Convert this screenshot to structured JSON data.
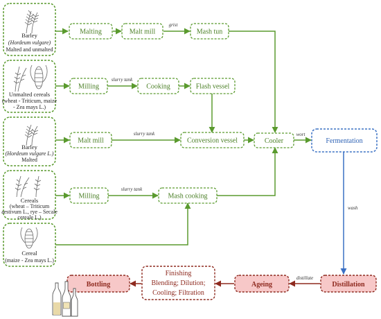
{
  "sources": {
    "barley": {
      "name": "Barley",
      "line2": "(Hordeum vulgare)",
      "line3": "Malted and unmalted"
    },
    "unmalted": {
      "name": "Unmalted cereals",
      "line2": "(wheat - Triticum, maize",
      "line3": "- Zea mays L.)"
    },
    "barley_malted": {
      "name": "Barley",
      "line2": "(Hordeum vulgare L.)",
      "line3": "Malted"
    },
    "cereals": {
      "name": "Cereals",
      "line2": "(wheat – Triticum",
      "line3": "aestivum L., rye – Secale",
      "line4": "cereale L.)"
    },
    "cereal_maize": {
      "name": "Cereal",
      "line2": "(maize - Zea mays L.)"
    }
  },
  "steps": {
    "malting": "Malting",
    "malt_mill_1": "Malt mill",
    "mash_tun": "Mash tun",
    "milling_1": "Milling",
    "cooking": "Cooking",
    "flash_vessel": "Flash vessel",
    "malt_mill_2": "Malt mill",
    "conversion_vessel": "Conversion vessel",
    "cooler": "Cooler",
    "milling_2": "Milling",
    "mash_cooking": "Mash cooking",
    "fermentation": "Fermentation",
    "distillation": "Distillation",
    "ageing": "Ageing",
    "finishing": {
      "line1": "Finishing",
      "line2": "Blending; Dilution;",
      "line3": "Cooling; Filtration"
    },
    "bottling": "Bottling"
  },
  "edge_labels": {
    "grist": "grist",
    "slurry_tank_1": "slurry tank",
    "slurry_tank_2": "slurry tank",
    "slurry_tank_3": "slurry tank",
    "wort": "wort",
    "wash": "wash",
    "distillate": "distillate"
  },
  "colors": {
    "green": "#5a9a2e",
    "blue": "#3a70c4",
    "dark_red": "#8e2a1f",
    "pink": "#f7c8c8"
  },
  "icons": [
    "barley-ear-icon",
    "wheat-ear-icon",
    "corn-cob-icon",
    "bottles-icon"
  ]
}
